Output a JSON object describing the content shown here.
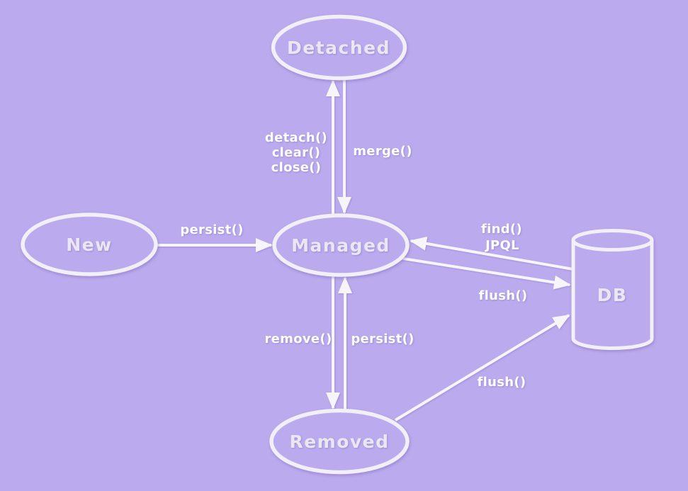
{
  "colors": {
    "background": "#bcaaee",
    "shape": "#f2eff7",
    "node_text": "#eae6f2",
    "edge_text": "#fdfdfe",
    "line": "#f7f5fa"
  },
  "nodes": {
    "new": {
      "label": "New"
    },
    "managed": {
      "label": "Managed"
    },
    "detached": {
      "label": "Detached"
    },
    "removed": {
      "label": "Removed"
    },
    "db": {
      "label": "DB"
    }
  },
  "edges": {
    "new_to_managed": {
      "label": "persist()"
    },
    "managed_to_detached": {
      "lines": [
        "detach()",
        "clear()",
        "close()"
      ]
    },
    "detached_to_managed": {
      "label": "merge()"
    },
    "managed_to_removed": {
      "label": "remove()"
    },
    "removed_to_managed": {
      "label": "persist()"
    },
    "db_to_managed": {
      "lines": [
        "find()",
        "JPQL"
      ]
    },
    "managed_to_db": {
      "label": "flush()"
    },
    "removed_to_db": {
      "label": "flush()"
    }
  }
}
